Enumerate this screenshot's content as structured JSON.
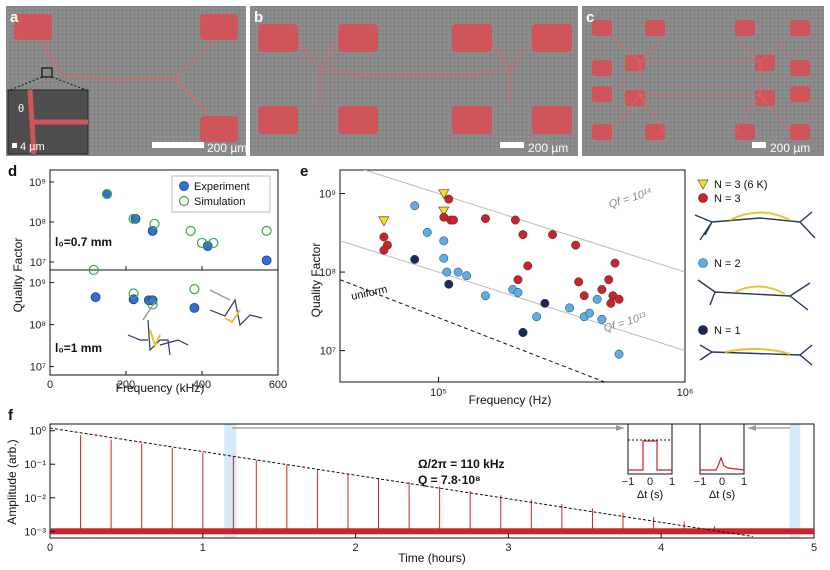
{
  "panels": {
    "a": {
      "label": "a",
      "scale": "200 µm",
      "inset_scale": "4 µm",
      "inset_angle": "θ"
    },
    "b": {
      "label": "b",
      "scale": "200 µm"
    },
    "c": {
      "label": "c",
      "scale": "200 µm"
    },
    "d": {
      "label": "d",
      "ylabel": "Quality Factor",
      "xlabel": "Frequency (kHz)",
      "legend": [
        "Experiment",
        "Simulation"
      ],
      "top_note": "l₀=0.7 mm",
      "bottom_note": "l₀=1 mm"
    },
    "e": {
      "label": "e",
      "ylabel": "Quality Factor",
      "xlabel": "Frequency (Hz)",
      "line_labels": [
        "Qf = 10¹⁴",
        "Qf = 10¹³",
        "uniform"
      ],
      "legend": [
        "N = 3 (6 K)",
        "N = 3",
        "N = 2",
        "N = 1"
      ]
    },
    "f": {
      "label": "f",
      "ylabel": "Amplitude (arb.)",
      "xlabel": "Time (hours)",
      "annotation1": "Ω/2π = 110 kHz",
      "annotation2": "Q = 7.8·10⁸",
      "inset_xlabel": "Δt (s)"
    }
  },
  "chart_data": [
    {
      "type": "scatter",
      "panel": "d-top",
      "xlim": [
        0,
        600
      ],
      "ylim_log10": [
        6.8,
        9.3
      ],
      "xticks": [
        "0",
        "200",
        "400",
        "600"
      ],
      "yticks": [
        "10⁷",
        "10⁸",
        "10⁹"
      ],
      "series": [
        {
          "name": "Experiment",
          "color": "#2f6fd6",
          "x": [
            150,
            225,
            270,
            415,
            570
          ],
          "y": [
            500000000.0,
            120000000.0,
            60000000.0,
            25000000.0,
            11000000.0
          ]
        },
        {
          "name": "Simulation",
          "color": "#3caa3c",
          "x": [
            150,
            220,
            275,
            370,
            400,
            430,
            570
          ],
          "y": [
            500000000.0,
            120000000.0,
            90000000.0,
            60000000.0,
            30000000.0,
            30000000.0,
            60000000.0
          ]
        }
      ]
    },
    {
      "type": "scatter",
      "panel": "d-bottom",
      "xlim": [
        0,
        600
      ],
      "ylim_log10": [
        6.8,
        9.3
      ],
      "xticks": [
        "0",
        "200",
        "400",
        "600"
      ],
      "yticks": [
        "10⁷",
        "10⁸",
        "10⁹"
      ],
      "series": [
        {
          "name": "Experiment",
          "color": "#2f6fd6",
          "x": [
            120,
            220,
            260,
            270,
            380
          ],
          "y": [
            450000000.0,
            400000000.0,
            380000000.0,
            380000000.0,
            250000000.0
          ]
        },
        {
          "name": "Simulation",
          "color": "#3caa3c",
          "x": [
            115,
            220,
            270,
            380
          ],
          "y": [
            2000000000.0,
            550000000.0,
            300000000.0,
            700000000.0
          ]
        }
      ]
    },
    {
      "type": "scatter",
      "panel": "e",
      "xlim_log10": [
        4.6,
        6.0
      ],
      "ylim_log10": [
        6.6,
        9.3
      ],
      "xticks": [
        "10⁵",
        "10⁶"
      ],
      "yticks": [
        "10⁷",
        "10⁸",
        "10⁹"
      ],
      "series": [
        {
          "name": "N = 3 (6 K)",
          "color": "#f2e21a",
          "marker": "triangle",
          "x": [
            60000.0,
            105000.0,
            105000.0
          ],
          "y": [
            450000000.0,
            1000000000.0,
            600000000.0
          ]
        },
        {
          "name": "N = 3",
          "color": "#c8242a",
          "x": [
            60000.0,
            62000.0,
            60000.0,
            110000.0,
            105000.0,
            112000.0,
            115000.0,
            155000.0,
            205000.0,
            220000.0,
            230000.0,
            210000.0,
            290000.0,
            360000.0,
            370000.0,
            390000.0,
            460000.0,
            490000.0,
            520000.0,
            510000.0,
            540000.0,
            500000.0
          ],
          "y": [
            280000000.0,
            220000000.0,
            190000000.0,
            850000000.0,
            500000000.0,
            460000000.0,
            460000000.0,
            480000000.0,
            460000000.0,
            300000000.0,
            120000000.0,
            80000000.0,
            300000000.0,
            220000000.0,
            75000000.0,
            50000000.0,
            60000000.0,
            80000000.0,
            130000000.0,
            50000000.0,
            45000000.0,
            40000000.0
          ]
        },
        {
          "name": "N = 2",
          "color": "#5aaee6",
          "x": [
            80000.0,
            90000.0,
            105000.0,
            105000.0,
            108000.0,
            120000.0,
            130000.0,
            155000.0,
            200000.0,
            210000.0,
            220000.0,
            250000.0,
            340000.0,
            390000.0,
            410000.0,
            440000.0,
            460000.0,
            540000.0
          ],
          "y": [
            700000000.0,
            320000000.0,
            250000000.0,
            150000000.0,
            100000000.0,
            100000000.0,
            90000000.0,
            50000000.0,
            60000000.0,
            55000000.0,
            17000000.0,
            27000000.0,
            35000000.0,
            27000000.0,
            30000000.0,
            45000000.0,
            25000000.0,
            9000000.0
          ]
        },
        {
          "name": "N = 1",
          "color": "#1a2a5a",
          "x": [
            80000.0,
            110000.0,
            220000.0,
            270000.0
          ],
          "y": [
            145000000.0,
            70000000.0,
            17000000.0,
            40000000.0
          ]
        }
      ]
    },
    {
      "type": "line",
      "panel": "f",
      "xlim": [
        0,
        5
      ],
      "ylim_log10": [
        -3.2,
        0.2
      ],
      "xticks": [
        "0",
        "1",
        "2",
        "3",
        "4",
        "5"
      ],
      "yticks": [
        "10⁰",
        "10⁻¹",
        "10⁻²",
        "10⁻³"
      ],
      "ring_down_times": [
        0.2,
        0.4,
        0.6,
        0.8,
        1.0,
        1.2,
        1.35,
        1.55,
        1.75,
        1.95,
        2.15,
        2.35,
        2.55,
        2.75,
        2.95,
        3.15,
        3.35,
        3.55,
        3.75,
        3.95,
        4.15,
        4.35,
        4.55,
        4.75
      ],
      "decay_start": 1.0,
      "decay_end_time": 4.6,
      "noise_floor": 0.001
    }
  ]
}
